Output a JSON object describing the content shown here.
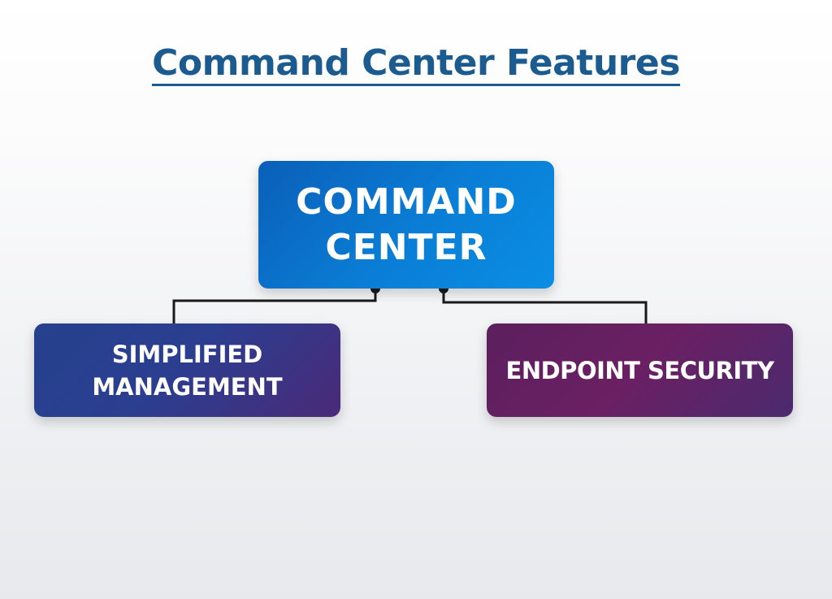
{
  "title": "Command Center Features",
  "diagram": {
    "root": {
      "label": "COMMAND\nCENTER",
      "color": "#0a7ed6"
    },
    "children": [
      {
        "label": "SIMPLIFIED\nMANAGEMENT",
        "color": "#2b3e90"
      },
      {
        "label": "ENDPOINT SECURITY",
        "color": "#6a2063"
      }
    ]
  },
  "colors": {
    "title": "#1b5b8f",
    "connector": "#1a1a1a"
  }
}
